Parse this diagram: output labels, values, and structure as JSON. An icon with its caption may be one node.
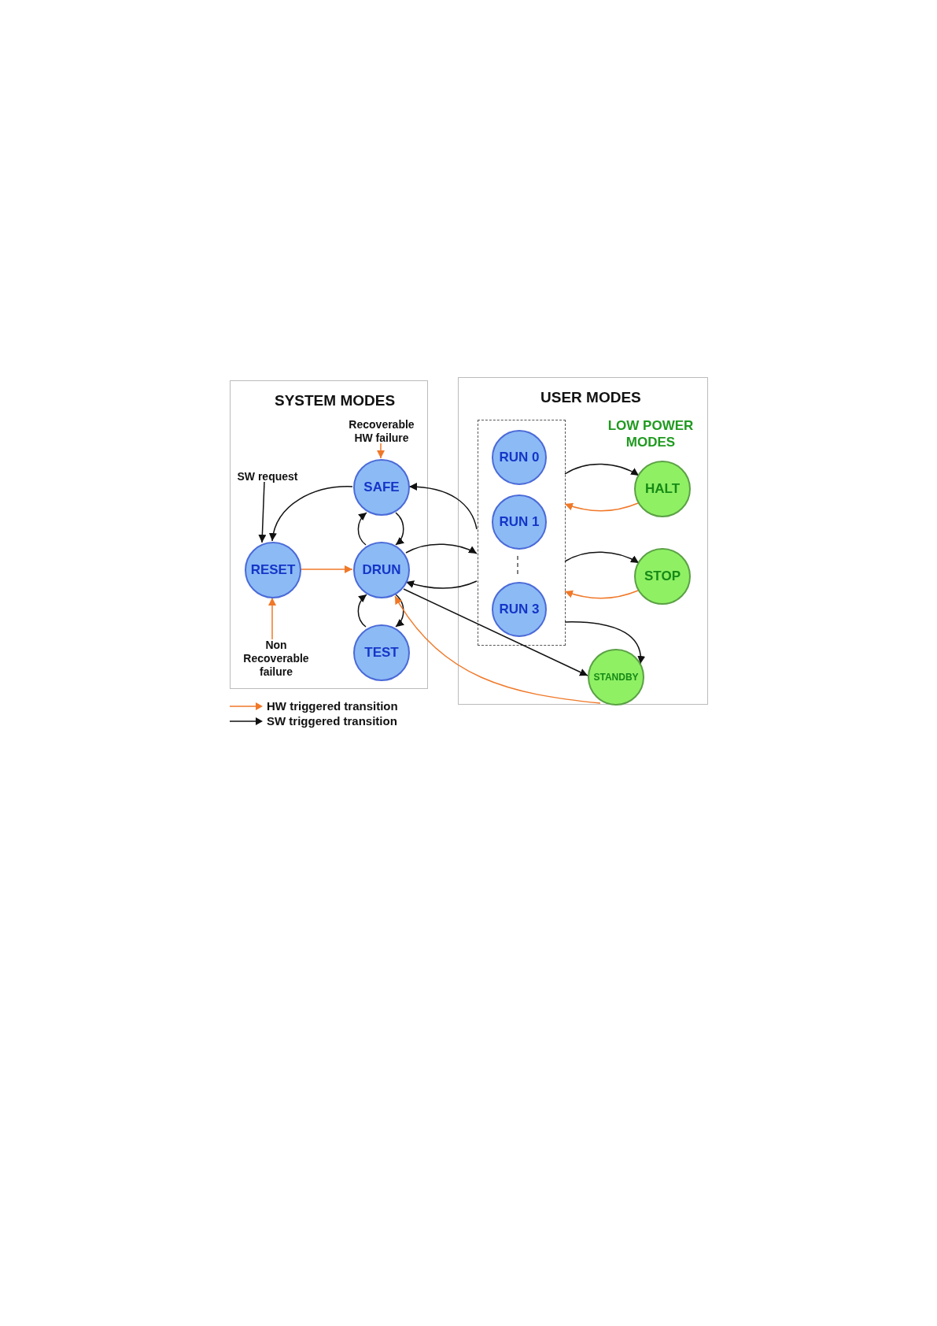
{
  "diagram": {
    "nodes": [
      {
        "text": [
          "SYSTEM MODES"
        ]
      },
      {
        "text": [
          "Recoverable HW failure"
        ],
        "in": 0
      },
      {
        "text": [
          "SW request"
        ],
        "in": 0
      },
      {
        "text": [
          "SAFE"
        ],
        "in": 0
      },
      {
        "text": [
          "RESET"
        ],
        "in": 0
      },
      {
        "text": [
          "DRUN"
        ],
        "in": 0
      },
      {
        "text": [
          "Non Recoverable failure"
        ],
        "in": 0
      },
      {
        "text": [
          "TEST"
        ],
        "in": 0
      },
      {
        "text": [
          "USER MODES"
        ]
      },
      {
        "text": [],
        "shape": "box",
        "in": 8
      },
      {
        "text": [
          "RUN 0"
        ],
        "in": 9
      },
      {
        "text": [
          "RUN 1"
        ],
        "in": 9
      },
      {
        "text": [
          "RUN 3"
        ],
        "in": 9
      },
      {
        "text": [
          "HALT"
        ],
        "in": 8
      },
      {
        "text": [
          "STOP"
        ],
        "in": 8
      },
      {
        "text": [
          "STANDBY"
        ],
        "in": 8
      }
    ],
    "edges": [
      {
        "from": 1,
        "to": 3,
        "arrow": "to",
        "color": "#f07828"
      },
      {
        "from": 2,
        "to": 4,
        "arrow": "to"
      },
      {
        "from": 3,
        "to": 4,
        "arrow": "to"
      },
      {
        "from": 4,
        "to": 5,
        "arrow": "to",
        "color": "#f07828"
      },
      {
        "from": 5,
        "to": 3,
        "arrow": "to"
      },
      {
        "from": 3,
        "to": 5,
        "arrow": "to"
      },
      {
        "from": 6,
        "to": 4,
        "arrow": "to",
        "color": "#f07828"
      },
      {
        "from": 7,
        "to": 5,
        "arrow": "to"
      },
      {
        "from": 5,
        "to": 7,
        "arrow": "to"
      },
      {
        "from": 9,
        "to": 3,
        "arrow": "to"
      },
      {
        "from": 5,
        "to": 9,
        "arrow": "to"
      },
      {
        "from": 9,
        "to": 5,
        "arrow": "to"
      },
      {
        "from": 5,
        "to": 15,
        "arrow": "to"
      },
      {
        "from": 15,
        "to": 5,
        "arrow": "to",
        "color": "#f07828"
      },
      {
        "from": 9,
        "to": 13,
        "arrow": "to"
      },
      {
        "from": 13,
        "to": 9,
        "arrow": "to",
        "color": "#f07828"
      },
      {
        "from": 9,
        "to": 14,
        "arrow": "to"
      },
      {
        "from": 14,
        "to": 9,
        "arrow": "to",
        "color": "#f07828"
      },
      {
        "from": 9,
        "to": 15,
        "arrow": "to"
      },
      {
        "from": 11,
        "to": 12,
        "arrow": "none",
        "style": "dashed",
        "color": "#555555"
      }
    ],
    "labels": [
      "LOW POWER MODES"
    ],
    "legend": [
      {
        "text": "HW triggered transition"
      },
      {
        "text": "SW triggered transition"
      }
    ]
  }
}
